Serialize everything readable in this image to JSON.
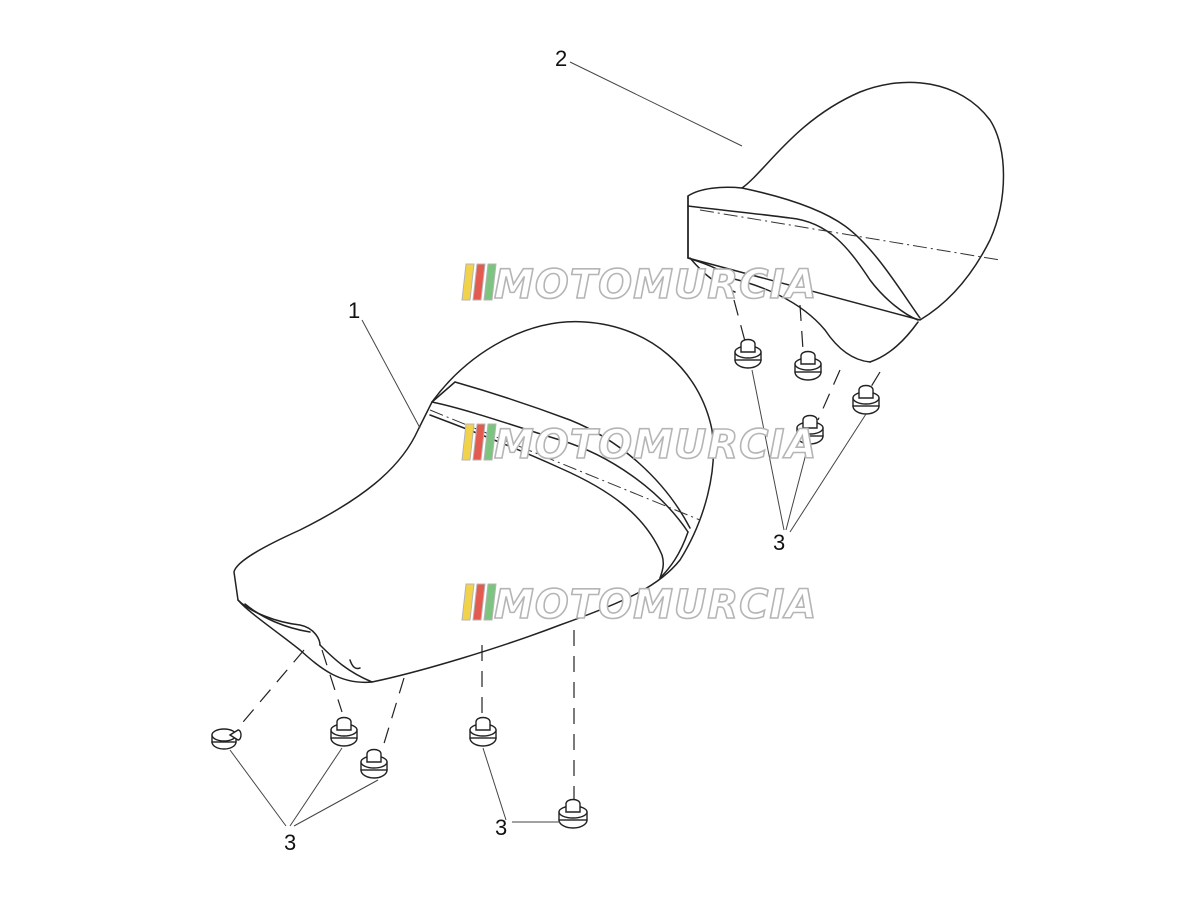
{
  "diagram": {
    "callouts": [
      {
        "id": "front-seat",
        "label": "1"
      },
      {
        "id": "rear-seat",
        "label": "2"
      },
      {
        "id": "rubber-buffer-rear",
        "label": "3"
      },
      {
        "id": "rubber-buffer-front-left",
        "label": "3"
      },
      {
        "id": "rubber-buffer-front-right",
        "label": "3"
      }
    ]
  },
  "watermark": {
    "text": "MOTOMURCIA",
    "stripe_colors": [
      "#f2d24a",
      "#e35a4f",
      "#7cc47f"
    ]
  },
  "colors": {
    "line": "#222222",
    "background": "#ffffff",
    "watermark_outline": "#b5b5b5"
  }
}
